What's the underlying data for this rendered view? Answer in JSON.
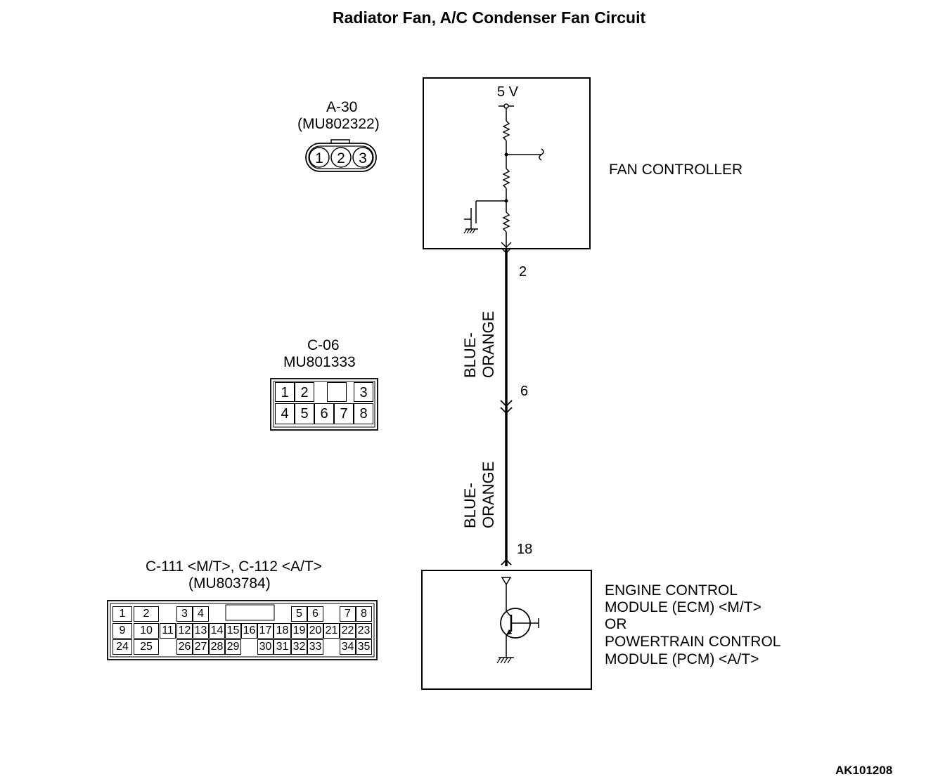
{
  "title": "Radiator Fan, A/C Condenser Fan Circuit",
  "image_code": "AK101208",
  "fan_controller": {
    "label": "FAN CONTROLLER",
    "supply": "5 V",
    "pin_out": "2"
  },
  "ecm": {
    "line1": "ENGINE CONTROL",
    "line2": "MODULE (ECM) <M/T>",
    "line3": "OR",
    "line4": "POWERTRAIN CONTROL",
    "line5": "MODULE (PCM) <A/T>",
    "pin_in": "18"
  },
  "wires": [
    {
      "color_line1": "BLUE-",
      "color_line2": "ORANGE"
    },
    {
      "color_line1": "BLUE-",
      "color_line2": "ORANGE"
    }
  ],
  "junction_pin": "6",
  "connectors": {
    "a30": {
      "name": "A-30",
      "part": "(MU802322)",
      "pins": [
        "1",
        "2",
        "3"
      ]
    },
    "c06": {
      "name": "C-06",
      "part": "MU801333",
      "row1": [
        "1",
        "2",
        "",
        "3"
      ],
      "row2": [
        "4",
        "5",
        "6",
        "7",
        "8"
      ]
    },
    "c111": {
      "name": "C-111 <M/T>, C-112 <A/T>",
      "part": "(MU803784)",
      "row1": [
        "1",
        "2",
        "3",
        "4",
        "5",
        "6",
        "7",
        "8"
      ],
      "row2": [
        "9",
        "10",
        "11",
        "12",
        "13",
        "14",
        "15",
        "16",
        "17",
        "18",
        "19",
        "20",
        "21",
        "22",
        "23"
      ],
      "row3": [
        "24",
        "25",
        "26",
        "27",
        "28",
        "29",
        "30",
        "31",
        "32",
        "33",
        "34",
        "35"
      ]
    }
  }
}
